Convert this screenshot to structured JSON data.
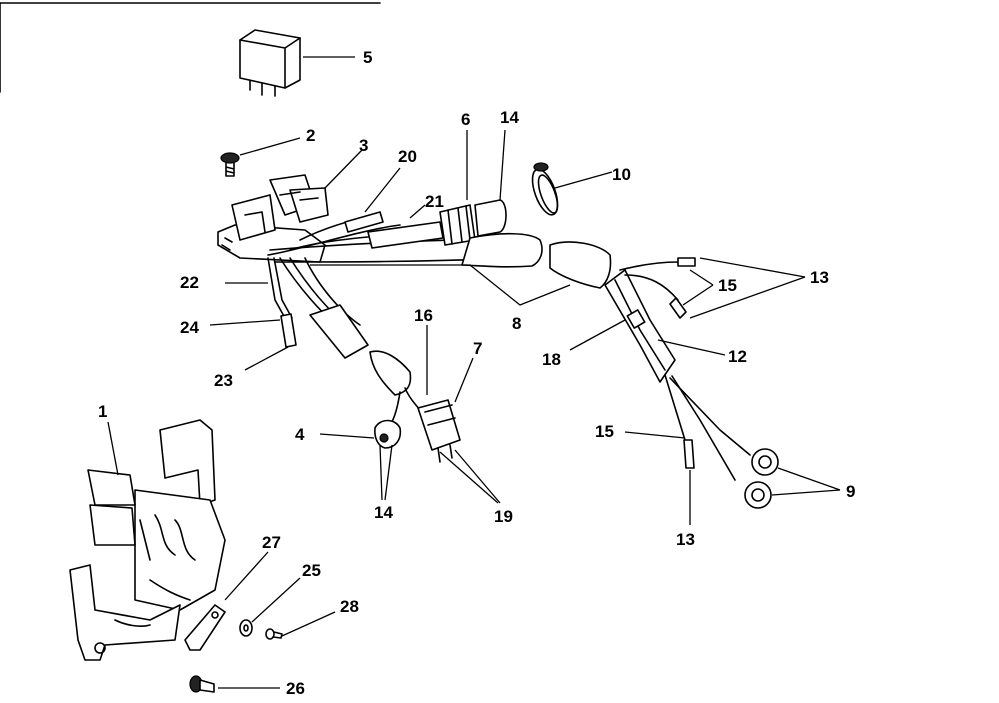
{
  "diagram": {
    "callouts": {
      "c1": "1",
      "c2": "2",
      "c3": "3",
      "c4": "4",
      "c5": "5",
      "c6": "6",
      "c7": "7",
      "c8": "8",
      "c9": "9",
      "c10": "10",
      "c12": "12",
      "c13a": "13",
      "c13b": "13",
      "c14a": "14",
      "c14b": "14",
      "c15a": "15",
      "c15b": "15",
      "c16": "16",
      "c18": "18",
      "c19": "19",
      "c20": "20",
      "c21": "21",
      "c22": "22",
      "c23": "23",
      "c24": "24",
      "c25": "25",
      "c26": "26",
      "c27": "27",
      "c28": "28"
    }
  }
}
